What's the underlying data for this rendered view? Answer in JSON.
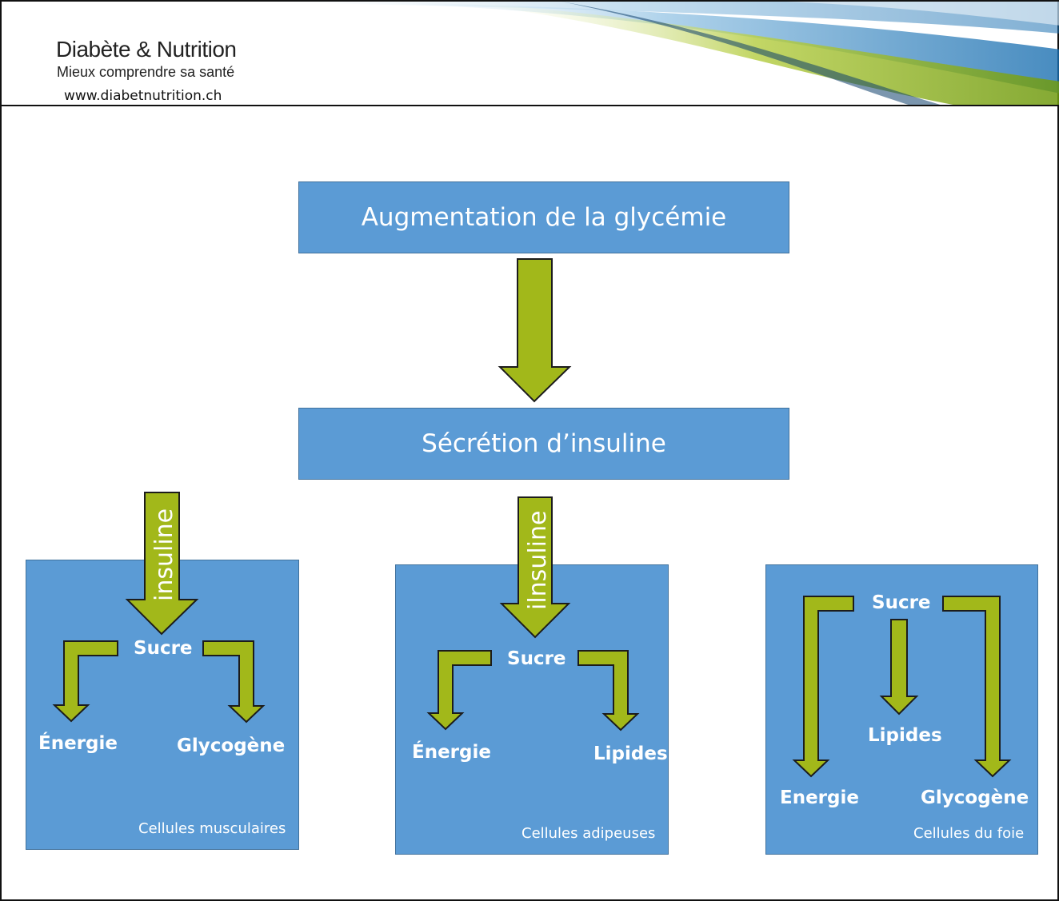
{
  "header": {
    "brand": "Diabète & Nutrition",
    "tagline": "Mieux comprendre sa santé",
    "url": "www.diabetnutrition.ch"
  },
  "flow": {
    "top": "Augmentation de la glycémie",
    "middle": "Sécrétion d’insuline"
  },
  "cells": [
    {
      "arrow_label": "insuline",
      "source": "Sucre",
      "outputs": [
        "Énergie",
        "Glycogène"
      ],
      "caption": "Cellules musculaires"
    },
    {
      "arrow_label": "ilnsuline",
      "source": "Sucre",
      "outputs": [
        "Énergie",
        "Lipides"
      ],
      "caption": "Cellules adipeuses"
    },
    {
      "source": "Sucre",
      "outputs": [
        "Energie",
        "Lipides",
        "Glycogène"
      ],
      "caption": "Cellules du foie"
    }
  ],
  "colors": {
    "box_fill": "#5b9bd5",
    "arrow_fill": "#a2b81a",
    "arrow_stroke": "#1c1c1c"
  }
}
